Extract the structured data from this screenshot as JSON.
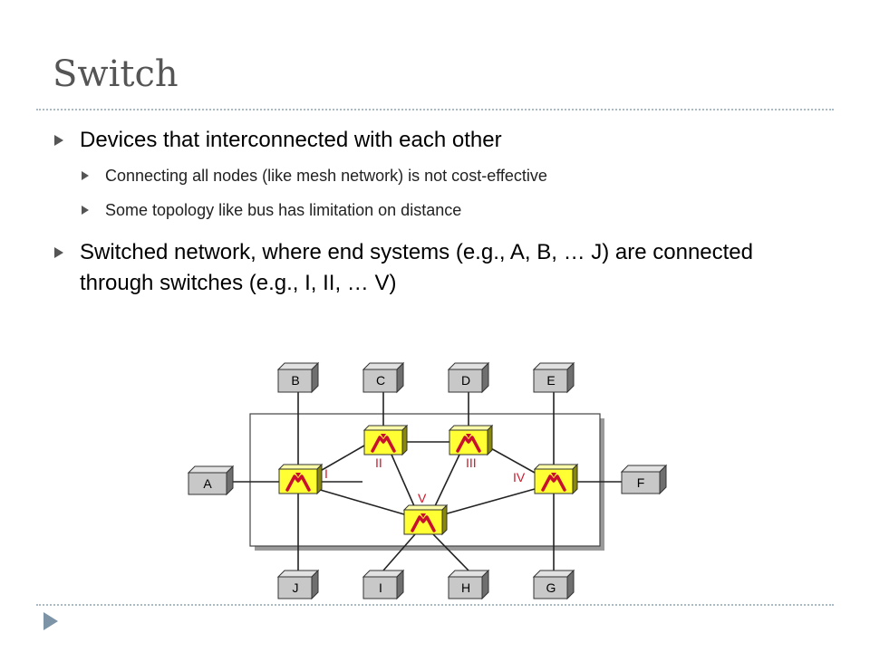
{
  "title": "Switch",
  "bullets": [
    {
      "text": "Devices that interconnected with each other",
      "sub": [
        "Connecting all nodes (like mesh network) is not cost-effective",
        "Some topology like bus has limitation on distance"
      ]
    },
    {
      "text": "Switched network, where end systems (e.g., A, B, … J) are connected through switches (e.g., I, II, … V)"
    }
  ],
  "diagram": {
    "end_systems": [
      "A",
      "B",
      "C",
      "D",
      "E",
      "F",
      "G",
      "H",
      "I",
      "J"
    ],
    "switches": [
      "I",
      "II",
      "III",
      "IV",
      "V"
    ],
    "colors": {
      "switch_fill": "#ffff33",
      "switch_mark": "#c8102e",
      "switch_label": "#d0182b",
      "node_fill": "#c8c8c8"
    }
  }
}
